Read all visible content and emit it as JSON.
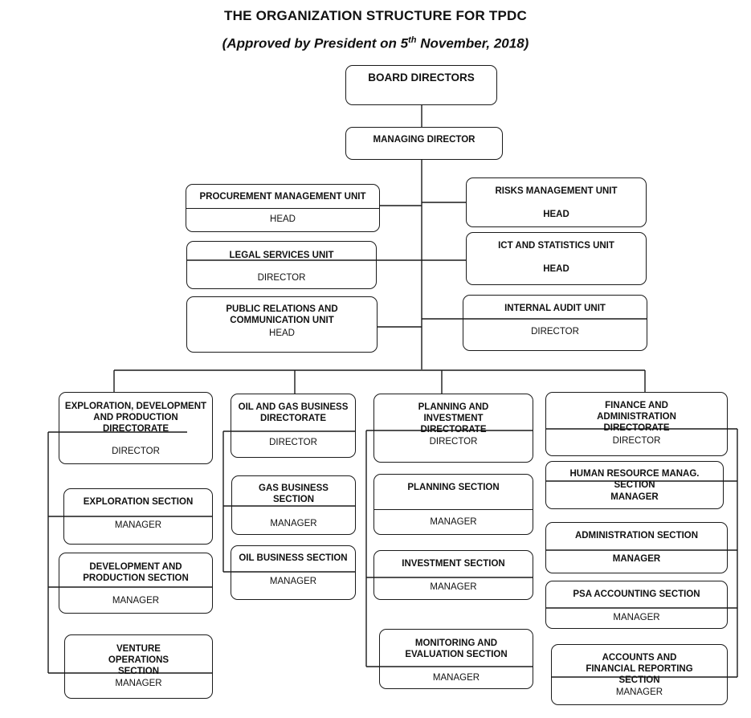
{
  "title": "THE ORGANIZATION STRUCTURE FOR TPDC",
  "subtitle_pre": "(Approved by President on 5",
  "subtitle_sup": "th",
  "subtitle_post": " November, 2018)",
  "top": {
    "board": "BOARD DIRECTORS",
    "md": "MANAGING DIRECTOR"
  },
  "units": {
    "procurement": {
      "name": "PROCUREMENT MANAGEMENT UNIT",
      "role": "HEAD"
    },
    "legal": {
      "name": "LEGAL SERVICES UNIT",
      "role": "DIRECTOR"
    },
    "pr": {
      "name": "PUBLIC RELATIONS AND COMMUNICATION UNIT",
      "role": "HEAD"
    },
    "risks": {
      "name": "RISKS MANAGEMENT UNIT",
      "role": "HEAD"
    },
    "ict": {
      "name": "ICT AND STATISTICS UNIT",
      "role": "HEAD"
    },
    "audit": {
      "name": "INTERNAL AUDIT UNIT",
      "role": "DIRECTOR"
    }
  },
  "directorates": {
    "edp": {
      "name": "EXPLORATION, DEVELOPMENT AND PRODUCTION DIRECTORATE",
      "role": "DIRECTOR",
      "sections": [
        {
          "name": "EXPLORATION SECTION",
          "role": "MANAGER"
        },
        {
          "name": "DEVELOPMENT AND PRODUCTION SECTION",
          "role": "MANAGER"
        },
        {
          "name": "VENTURE OPERATIONS SECTION",
          "role": "MANAGER"
        }
      ]
    },
    "ogb": {
      "name": "OIL AND GAS BUSINESS DIRECTORATE",
      "role": "DIRECTOR",
      "sections": [
        {
          "name": "GAS BUSINESS SECTION",
          "role": "MANAGER"
        },
        {
          "name": "OIL BUSINESS SECTION",
          "role": "MANAGER"
        }
      ]
    },
    "pi": {
      "name": "PLANNING AND INVESTMENT DIRECTORATE",
      "role": "DIRECTOR",
      "sections": [
        {
          "name": "PLANNING SECTION",
          "role": "MANAGER"
        },
        {
          "name": "INVESTMENT SECTION",
          "role": "MANAGER"
        },
        {
          "name": "MONITORING AND EVALUATION SECTION",
          "role": "MANAGER"
        }
      ]
    },
    "fa": {
      "name": "FINANCE AND ADMINISTRATION DIRECTORATE",
      "role": "DIRECTOR",
      "sections": [
        {
          "name": "HUMAN RESOURCE MANAG. SECTION",
          "role": "MANAGER"
        },
        {
          "name": "ADMINISTRATION SECTION",
          "role": "MANAGER"
        },
        {
          "name": "PSA ACCOUNTING SECTION",
          "role": "MANAGER"
        },
        {
          "name": "ACCOUNTS AND FINANCIAL REPORTING SECTION",
          "role": "MANAGER"
        }
      ]
    }
  }
}
